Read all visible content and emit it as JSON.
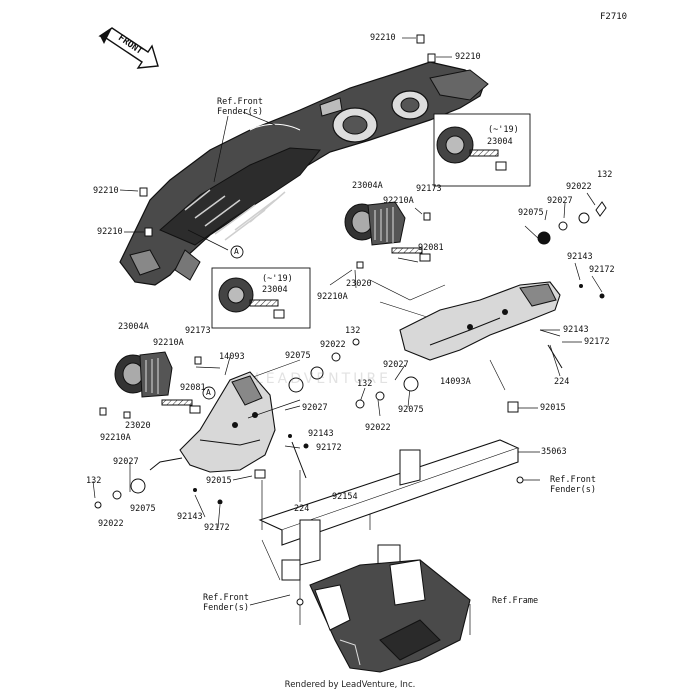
{
  "figure_code": "F2710",
  "front_label": "FRONT",
  "watermark": "LEADVENTURE",
  "credit": "Rendered by LeadVenture, Inc.",
  "callout_letter": "A",
  "part_labels": [
    "92210",
    "92210",
    "92210",
    "92210",
    "23004A",
    "92210A",
    "92173",
    "23004",
    "92081",
    "23020",
    "92210A",
    "23004",
    "23004A",
    "92210A",
    "92173",
    "14093",
    "92081",
    "23020",
    "92210A",
    "92075",
    "132",
    "92022",
    "92027",
    "92143",
    "92172",
    "92015",
    "224",
    "92143",
    "92172",
    "92027",
    "92075",
    "132",
    "92022",
    "92027",
    "92075",
    "132",
    "92022",
    "14093A",
    "92143",
    "92172",
    "224",
    "92015",
    "35063",
    "92154",
    "92022",
    "92027",
    "92075",
    "132",
    "92143",
    "92172"
  ],
  "year_notes": [
    "(~'19)",
    "(~'19)"
  ],
  "ref_labels": [
    {
      "line1": "Ref.Front",
      "line2": "Fender(s)"
    },
    {
      "line1": "Ref.Front",
      "line2": "Fender(s)"
    },
    {
      "line1": "Ref.Front",
      "line2": "Fender(s)"
    },
    {
      "line1": "Ref.Frame",
      "line2": ""
    }
  ]
}
